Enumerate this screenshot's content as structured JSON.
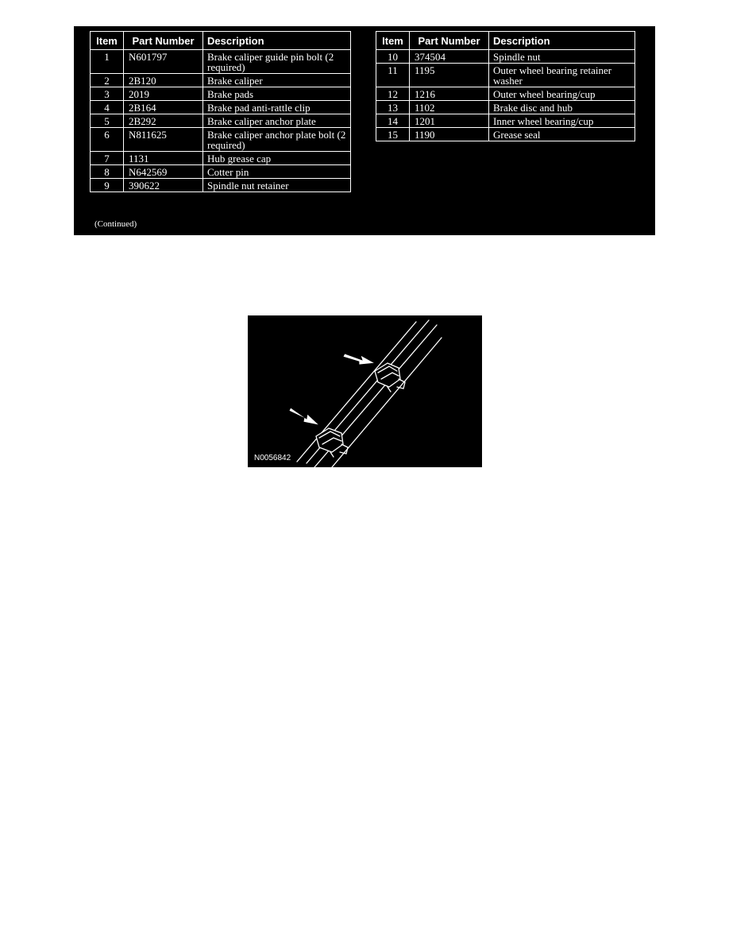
{
  "table_left": {
    "headers": [
      "Item",
      "Part Number",
      "Description"
    ],
    "rows": [
      {
        "item": "1",
        "part": "N601797",
        "desc": "Brake caliper guide pin bolt (2 required)"
      },
      {
        "item": "2",
        "part": "2B120",
        "desc": "Brake caliper"
      },
      {
        "item": "3",
        "part": "2019",
        "desc": "Brake pads"
      },
      {
        "item": "4",
        "part": "2B164",
        "desc": "Brake pad anti-rattle clip"
      },
      {
        "item": "5",
        "part": "2B292",
        "desc": "Brake caliper anchor plate"
      },
      {
        "item": "6",
        "part": "N811625",
        "desc": "Brake caliper anchor plate bolt (2 required)"
      },
      {
        "item": "7",
        "part": "1131",
        "desc": "Hub grease cap"
      },
      {
        "item": "8",
        "part": "N642569",
        "desc": "Cotter pin"
      },
      {
        "item": "9",
        "part": "390622",
        "desc": "Spindle nut retainer"
      }
    ]
  },
  "table_right": {
    "headers": [
      "Item",
      "Part Number",
      "Description"
    ],
    "rows": [
      {
        "item": "10",
        "part": "374504",
        "desc": "Spindle nut"
      },
      {
        "item": "11",
        "part": "1195",
        "desc": "Outer wheel bearing retainer washer"
      },
      {
        "item": "12",
        "part": "1216",
        "desc": "Outer wheel bearing/cup"
      },
      {
        "item": "13",
        "part": "1102",
        "desc": "Brake disc and hub"
      },
      {
        "item": "14",
        "part": "1201",
        "desc": "Inner wheel bearing/cup"
      },
      {
        "item": "15",
        "part": "1190",
        "desc": "Grease seal"
      }
    ]
  },
  "continued_note": "(Continued)",
  "figure": {
    "id_label": "N0056842"
  }
}
